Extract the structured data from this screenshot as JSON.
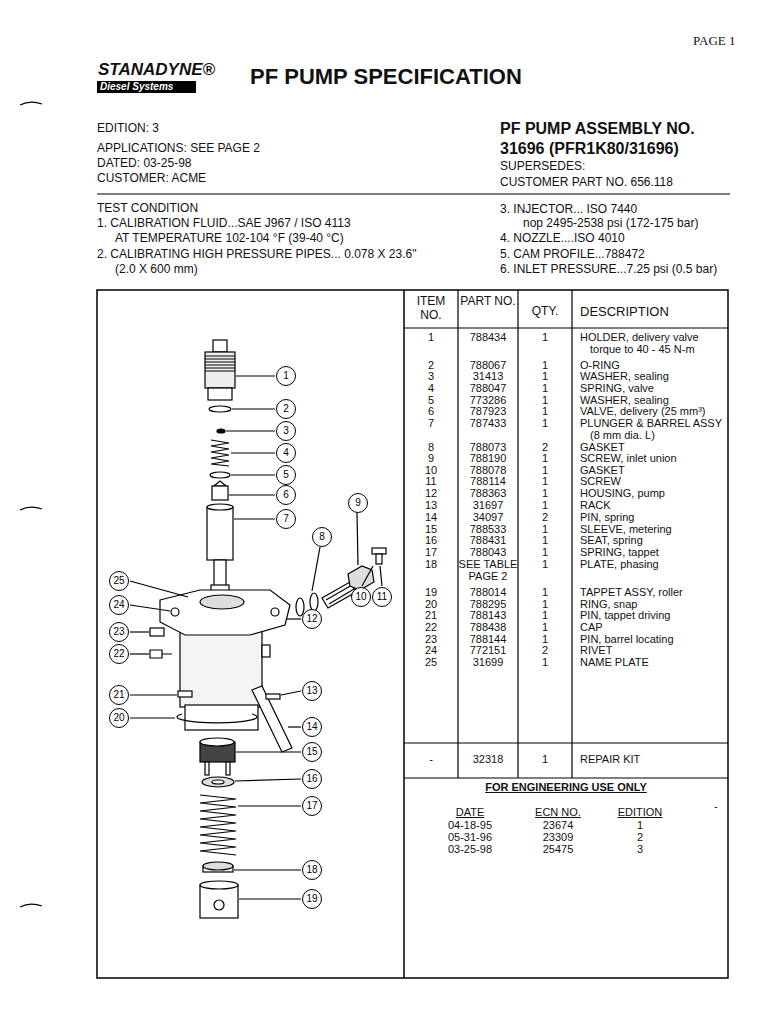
{
  "diagram": {
    "title": "PF PUMP SPECIFICATION",
    "nodes": [
      {
        "text": [
          "1"
        ]
      },
      {
        "text": [
          "2"
        ]
      },
      {
        "text": [
          "3"
        ]
      },
      {
        "text": [
          "4"
        ]
      },
      {
        "text": [
          "5"
        ]
      },
      {
        "text": [
          "6"
        ]
      },
      {
        "text": [
          "7"
        ]
      },
      {
        "text": [
          "9"
        ]
      },
      {
        "text": [
          "8"
        ]
      },
      {
        "text": [
          "25"
        ]
      },
      {
        "text": [
          "24"
        ]
      },
      {
        "text": [
          "10"
        ]
      },
      {
        "text": [
          "11"
        ]
      },
      {
        "text": [
          "12"
        ]
      },
      {
        "text": [
          "23"
        ]
      },
      {
        "text": [
          "22"
        ]
      },
      {
        "text": [
          "13"
        ]
      },
      {
        "text": [
          "21"
        ]
      },
      {
        "text": [
          "20"
        ]
      },
      {
        "text": [
          "14"
        ]
      },
      {
        "text": [
          "15"
        ]
      },
      {
        "text": [
          "16"
        ]
      },
      {
        "text": [
          "17"
        ]
      },
      {
        "text": [
          "18"
        ]
      },
      {
        "text": [
          "19"
        ]
      }
    ],
    "labels": [
      "PAGE 1",
      "STANADYNE®",
      "Diesel Systems",
      "EDITION: 3",
      "APPLICATIONS: SEE PAGE 2",
      "DATED: 03-25-98",
      "CUSTOMER: ACME",
      "PF PUMP ASSEMBLY NO.",
      "31696 (PFR1K80/31696)",
      "SUPERSEDES:",
      "CUSTOMER PART NO. 656.118",
      "TEST CONDITION",
      "1. CALIBRATION FLUID...SAE J967 / ISO 4113",
      "AT TEMPERATURE 102-104 °F (39-40 °C)",
      "2. CALIBRATING HIGH PRESSURE PIPES... 0.078 X 23.6\"",
      "(2.0 X 600 mm)",
      "3. INJECTOR... ISO 7440",
      "nop 2495-2538 psi (172-175 bar)",
      "4. NOZZLE....ISO 4010",
      "5. CAM PROFILE...788472",
      "6. INLET PRESSURE...7.25 psi (0.5 bar)",
      "ITEM NO.",
      "PART NO.",
      "QTY.",
      "DESCRIPTION",
      "1",
      "788434",
      "1",
      "HOLDER, delivery valve",
      "torque to 40 - 45 N-m",
      "2",
      "788067",
      "1",
      "O-RING",
      "3",
      "31413",
      "1",
      "WASHER, sealing",
      "4",
      "788047",
      "1",
      "SPRING, valve",
      "5",
      "773286",
      "1",
      "WASHER, sealing",
      "6",
      "787923",
      "1",
      "VALVE, delivery (25 mm³)",
      "7",
      "787433",
      "1",
      "PLUNGER & BARREL ASSY",
      "(8 mm dia. L)",
      "8",
      "788073",
      "2",
      "GASKET",
      "9",
      "788190",
      "1",
      "SCREW, inlet union",
      "10",
      "788078",
      "1",
      "GASKET",
      "11",
      "788114",
      "1",
      "SCREW",
      "12",
      "788363",
      "1",
      "HOUSING, pump",
      "13",
      "31697",
      "1",
      "RACK",
      "14",
      "34097",
      "2",
      "PIN, spring",
      "15",
      "788533",
      "1",
      "SLEEVE, metering",
      "16",
      "788431",
      "1",
      "SEAT, spring",
      "17",
      "788043",
      "1",
      "SPRING, tappet",
      "18",
      "SEE TABLE",
      "PAGE 2",
      "1",
      "PLATE, phasing",
      "19",
      "788014",
      "1",
      "TAPPET ASSY, roller",
      "20",
      "788295",
      "1",
      "RING, snap",
      "21",
      "788143",
      "1",
      "PIN, tappet driving",
      "22",
      "788438",
      "1",
      "CAP",
      "23",
      "788144",
      "1",
      "PIN, barrel locating",
      "24",
      "772151",
      "2",
      "RIVET",
      "25",
      "31699",
      "1",
      "NAME PLATE",
      "-",
      "32318",
      "1",
      "REPAIR KIT",
      "FOR ENGINEERING USE ONLY",
      "DATE",
      "ECN NO.",
      "EDITION",
      "-",
      "04-18-95",
      "23674",
      "1",
      "05-31-96",
      "23309",
      "2",
      "03-25-98",
      "25475",
      "3"
    ]
  }
}
